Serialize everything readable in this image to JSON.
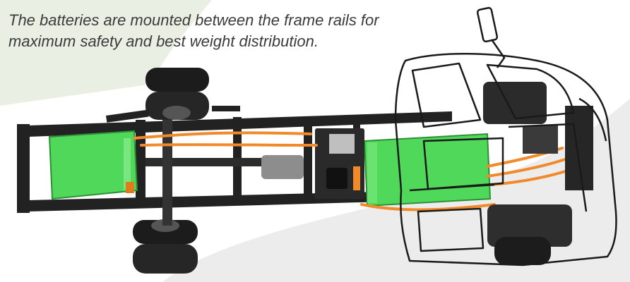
{
  "caption": {
    "line1": "The batteries are mounted between the frame rails for",
    "line2": "maximum safety and best weight distribution."
  },
  "colors": {
    "background_tint": "#e9efe2",
    "background_wave": "#ececec",
    "battery_green": "#4fd85a",
    "cable_orange": "#f08a2a",
    "frame_black": "#222222",
    "tire_black": "#1c1c1c"
  },
  "image": {
    "subject": "electric truck chassis with battery packs between frame rails and outlined cab"
  }
}
